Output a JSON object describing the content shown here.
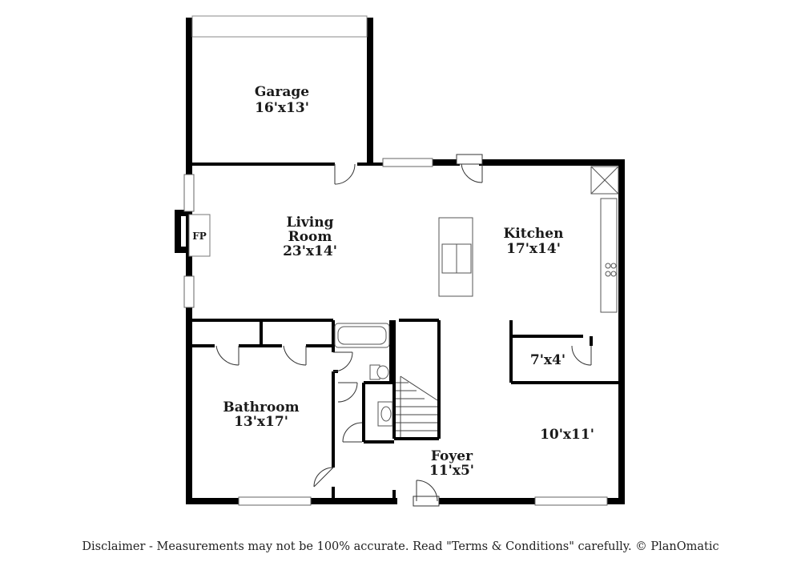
{
  "rooms": {
    "garage": {
      "name": "Garage",
      "size": "16'x13'"
    },
    "living_room": {
      "name_line1": "Living",
      "name_line2": "Room",
      "size": "23'x14'"
    },
    "kitchen": {
      "name": "Kitchen",
      "size": "17'x14'"
    },
    "bathroom": {
      "name": "Bathroom",
      "size": "13'x17'"
    },
    "foyer": {
      "name": "Foyer",
      "size": "11'x5'"
    },
    "closet": {
      "size": "7'x4'"
    },
    "room_10x11": {
      "size": "10'x11'"
    },
    "fireplace": {
      "label": "FP"
    }
  },
  "disclaimer": "Disclaimer - Measurements may not be 100% accurate. Read \"Terms & Conditions\" carefully. © PlanOmatic"
}
